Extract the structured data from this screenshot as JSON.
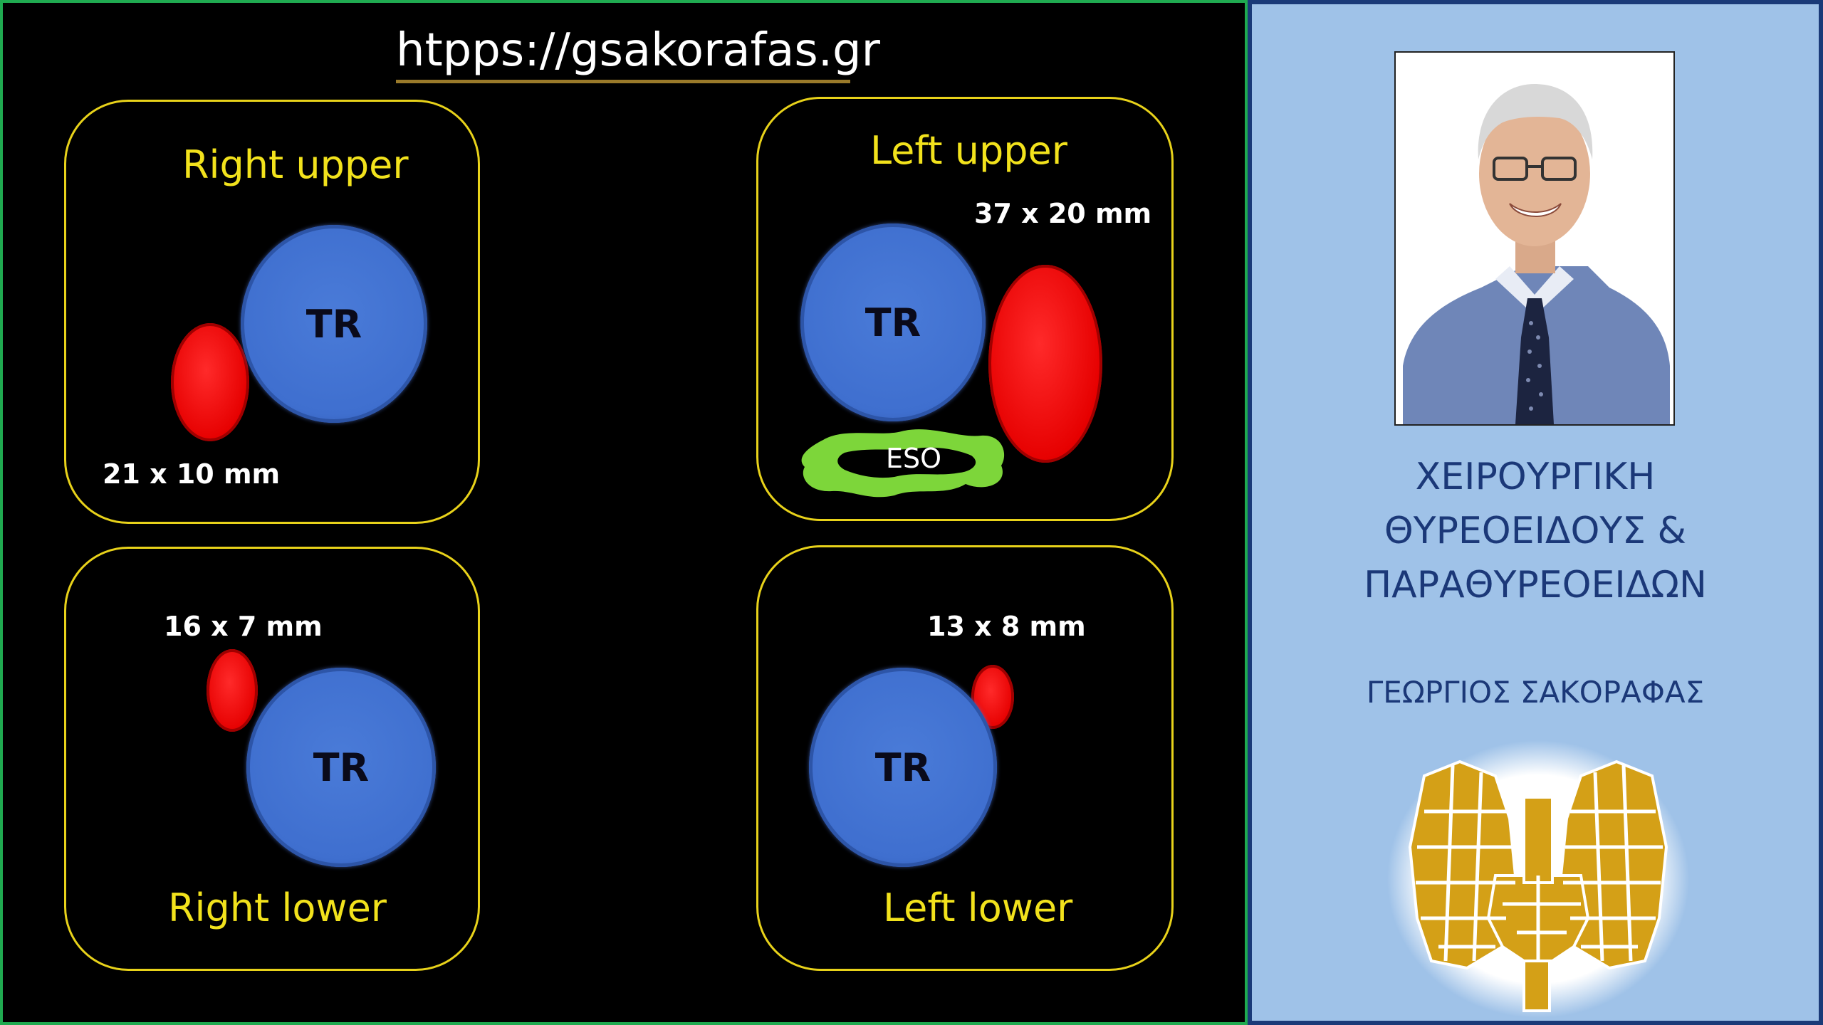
{
  "url": "htpps://gsakorafas.gr",
  "quadrants": {
    "right_upper": {
      "title": "Right upper",
      "size": "21 x 10 mm",
      "tr": "TR"
    },
    "left_upper": {
      "title": "Left upper",
      "size": "37 x 20 mm",
      "tr": "TR",
      "eso": "ESO"
    },
    "right_lower": {
      "title": "Right lower",
      "size": "16 x 7 mm",
      "tr": "TR"
    },
    "left_lower": {
      "title": "Left lower",
      "size": "13 x 8 mm",
      "tr": "TR"
    }
  },
  "panel": {
    "title_lines": [
      "ΧΕΙΡΟΥΡΓΙΚΗ",
      "ΘΥΡΕΟΕΙΔΟΥΣ &",
      "ΠΑΡΑΘΥΡΕΟΕΙΔΩΝ"
    ],
    "author": "ΓΕΩΡΓΙΟΣ ΣΑΚΟΡΑΦΑΣ"
  },
  "colors": {
    "trachea": "#3f6fcf",
    "parathyroid": "#e60000",
    "esophagus": "#7dd63a",
    "box_border": "#e8d21a",
    "label_text": "#f2e21c",
    "panel_bg": "#9fc2e8",
    "panel_text": "#1b3878"
  }
}
